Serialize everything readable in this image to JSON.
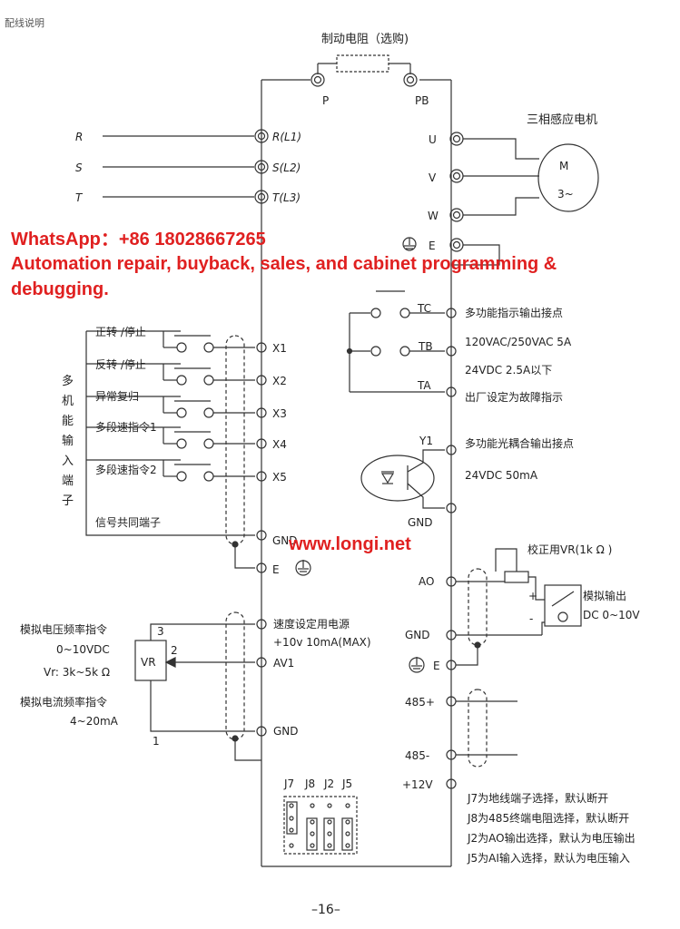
{
  "header": {
    "section_title": "配线说明"
  },
  "brake": {
    "title": "制动电阻（选购)",
    "p": "P",
    "pb": "PB"
  },
  "power_in": {
    "r": "R",
    "s": "S",
    "t": "T",
    "rl1": "R(L1)",
    "sl2": "S(L2)",
    "tl3": "T(L3)"
  },
  "motor": {
    "title": "三相感应电机",
    "u": "U",
    "v": "V",
    "w": "W",
    "e": "E",
    "m": "M",
    "phase": "3~"
  },
  "watermark": {
    "line1": "WhatsApp：+86 18028667265",
    "line2": "Automation repair, buyback, sales, and cabinet programming &",
    "line3": "debugging.",
    "url": "www.longi.net"
  },
  "relay": {
    "tc": "TC",
    "tb": "TB",
    "ta": "TA",
    "desc1": "多功能指示输出接点",
    "desc2": "120VAC/250VAC 5A",
    "desc3": "24VDC 2.5A以下",
    "desc4": "出厂设定为故障指示"
  },
  "inputs": {
    "group_label": [
      "多",
      "机",
      "能",
      "输",
      "入",
      "端",
      "子"
    ],
    "fwd": "正转 /停止",
    "rev": "反转 /停止",
    "reset": "异常复归",
    "ms1": "多段速指令1",
    "ms2": "多段速指令2",
    "common": "信号共同端子",
    "x1": "X1",
    "x2": "X2",
    "x3": "X3",
    "x4": "X4",
    "x5": "X5",
    "gnd": "GND",
    "e": "E"
  },
  "opto": {
    "y1": "Y1",
    "desc1": "多功能光耦合输出接点",
    "desc2": "24VDC 50mA",
    "gnd": "GND"
  },
  "analog_out": {
    "ao": "AO",
    "gnd": "GND",
    "e": "E",
    "cal": "校正用VR(1k  Ω )",
    "plus": "+",
    "minus": "-",
    "meter1": "模拟输出",
    "meter2": "DC 0~10V"
  },
  "analog_in": {
    "v_cmd": "模拟电压频率指令",
    "v_range": "0~10VDC",
    "vr_spec": "Vr: 3k~5k  Ω",
    "i_cmd": "模拟电流频率指令",
    "i_range": "4~20mA",
    "vr": "VR",
    "n3": "3",
    "n2": "2",
    "n1": "1",
    "supply1": "速度设定用电源",
    "supply2": "+10v 10mA(MAX)",
    "av1": "AV1",
    "gnd": "GND"
  },
  "comm": {
    "p485": "485+",
    "n485": "485-",
    "v12": "+12V"
  },
  "jumpers": {
    "j7": "J7",
    "j8": "J8",
    "j2": "J2",
    "j5": "J5",
    "note1": "J7为地线端子选择，默认断开",
    "note2": "J8为485终端电阻选择，默认断开",
    "note3": "J2为AO输出选择，默认为电压输出",
    "note4": "J5为AI输入选择，默认为电压输入"
  },
  "footer": {
    "page": "–16–"
  }
}
